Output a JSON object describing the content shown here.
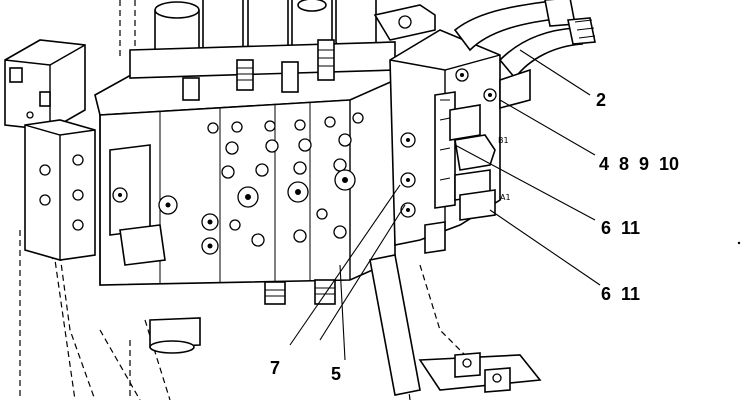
{
  "diagram": {
    "callouts": [
      {
        "id": "c2",
        "text": "2"
      },
      {
        "id": "c4",
        "text": "4  8  9  10"
      },
      {
        "id": "c6a",
        "text": "6  11"
      },
      {
        "id": "c6b",
        "text": "6  11"
      },
      {
        "id": "c7",
        "text": "7"
      },
      {
        "id": "c5",
        "text": "5"
      }
    ],
    "port_labels": [
      {
        "id": "b1",
        "text": "B1"
      },
      {
        "id": "a1",
        "text": "A1"
      }
    ],
    "colors": {
      "line": "#000000",
      "background": "#ffffff"
    }
  }
}
